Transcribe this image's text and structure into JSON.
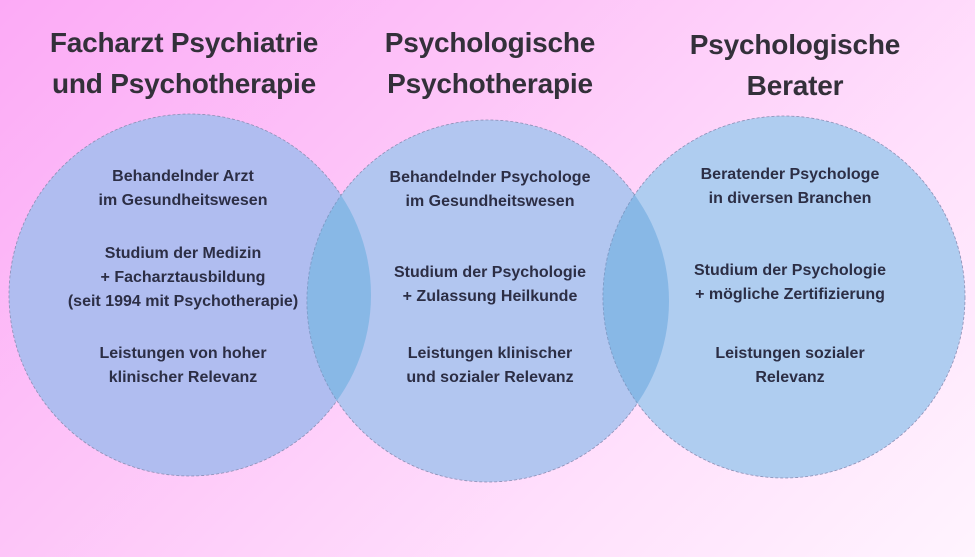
{
  "colors": {
    "background_start": "#fcaaf6",
    "background_end": "#fff4fe",
    "circle_1": "#b0bdf0",
    "circle_2": "#b2c6f0",
    "circle_3": "#afcdf0",
    "overlap": "#88b8e6",
    "circle_stroke": "#8c8fb5",
    "title_text": "#33303a",
    "body_text": "#2c2e45"
  },
  "sets": [
    {
      "title_lines": [
        "Facharzt Psychiatrie",
        "und Psychotherapie"
      ],
      "blocks": [
        [
          "Behandelnder Arzt",
          "im Gesundheitswesen"
        ],
        [
          "Studium der Medizin",
          "+ Facharztausbildung",
          "(seit 1994 mit Psychotherapie)"
        ],
        [
          "Leistungen von hoher",
          "klinischer Relevanz"
        ]
      ]
    },
    {
      "title_lines": [
        "Psychologische",
        "Psychotherapie"
      ],
      "blocks": [
        [
          "Behandelnder Psychologe",
          "im Gesundheitswesen"
        ],
        [
          "Studium der Psychologie",
          "+ Zulassung Heilkunde"
        ],
        [
          "Leistungen klinischer",
          "und sozialer Relevanz"
        ]
      ]
    },
    {
      "title_lines": [
        "Psychologische",
        "Berater"
      ],
      "blocks": [
        [
          "Beratender Psychologe",
          "in diversen Branchen"
        ],
        [
          "Studium der Psychologie",
          "+ mögliche Zertifizierung"
        ],
        [
          "Leistungen sozialer",
          "Relevanz"
        ]
      ]
    }
  ]
}
